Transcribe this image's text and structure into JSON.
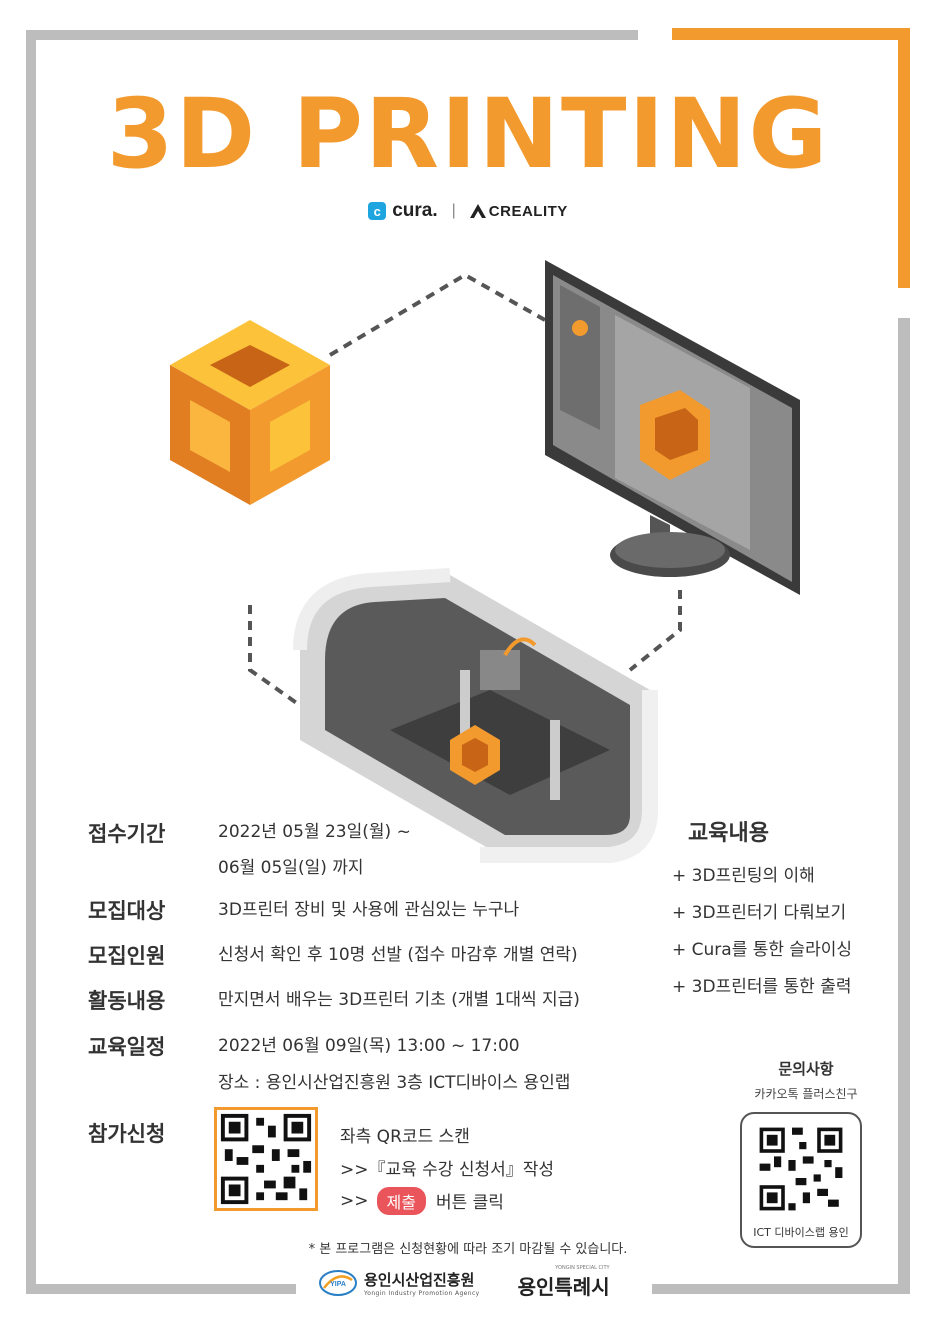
{
  "title": "3D PRINTING",
  "brands": {
    "cura": "cura.",
    "separator": "|",
    "creality": "CREALITY"
  },
  "info": [
    {
      "label": "접수기간",
      "lines": [
        "2022년 05월 23일(월) ~",
        "06월 05일(일)  까지"
      ]
    },
    {
      "label": "모집대상",
      "lines": [
        "3D프린터 장비 및 사용에 관심있는 누구나"
      ]
    },
    {
      "label": "모집인원",
      "lines": [
        "신청서 확인 후 10명 선발 (접수 마감후 개별 연락)"
      ]
    },
    {
      "label": "활동내용",
      "lines": [
        "만지면서 배우는 3D프린터 기초 (개별 1대씩 지급)"
      ]
    },
    {
      "label": "교육일정",
      "lines": [
        "2022년 06월 09일(목)  13:00 ~ 17:00",
        "장소 : 용인시산업진흥원 3층 ICT디바이스 용인랩"
      ]
    },
    {
      "label": "참가신청"
    }
  ],
  "education": {
    "title": "교육내용",
    "items": [
      "+ 3D프린팅의 이해",
      "+ 3D프린터기 다뤄보기",
      "+ Cura를 통한 슬라이싱",
      "+ 3D프린터를 통한 출력"
    ]
  },
  "apply": {
    "step1": "좌측 QR코드 스캔",
    "step2": ">>『교육 수강 신청서』작성",
    "step3_prefix": ">>",
    "submit_label": "제출",
    "step3_suffix": "버튼 클릭"
  },
  "contact": {
    "title": "문의사항",
    "subtitle": "카카오톡 플러스친구",
    "qr_caption": "ICT 디바이스랩 용인"
  },
  "notice": "* 본 프로그램은 신청현황에 따라 조기 마감될 수 있습니다.",
  "footer": {
    "org_name": "용인시산업진흥원",
    "org_sub": "Yongin Industry Promotion Agency",
    "org_logo_text": "YIPA",
    "city_name": "용인특례시",
    "city_sub": "YONGIN SPECIAL CITY"
  },
  "colors": {
    "accent": "#f39a2e",
    "frame": "#bdbdbd",
    "submit": "#e9555b"
  }
}
